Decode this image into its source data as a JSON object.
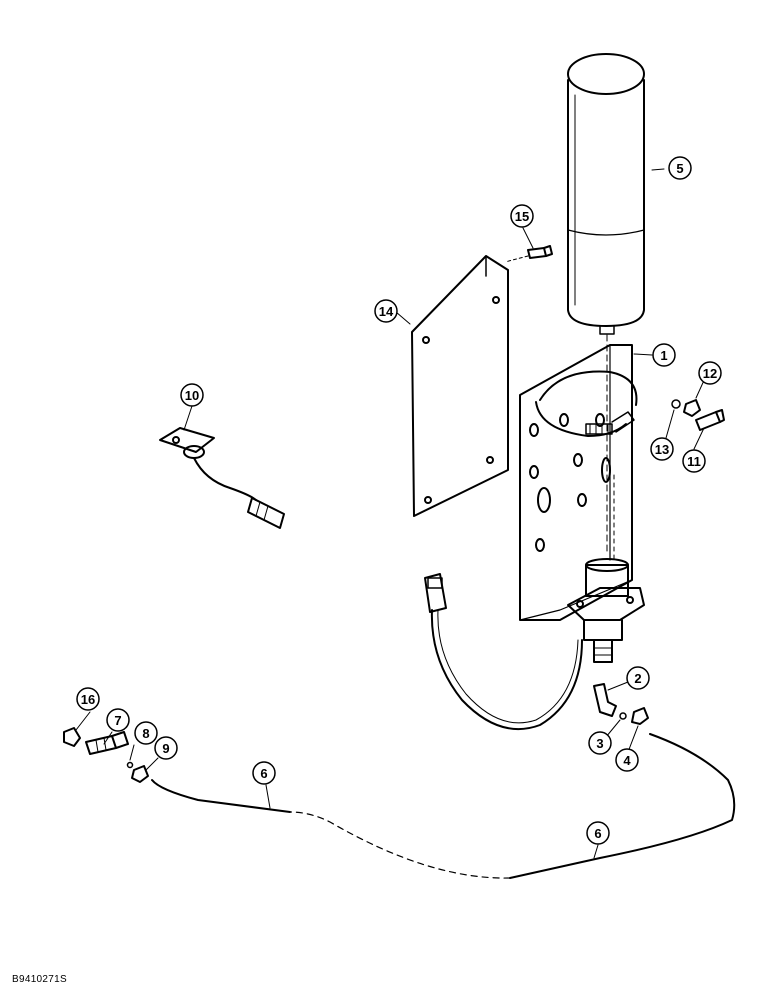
{
  "figure_id": "B9410271S",
  "callouts": [
    "1",
    "2",
    "3",
    "4",
    "5",
    "6",
    "6",
    "7",
    "8",
    "9",
    "10",
    "11",
    "12",
    "13",
    "14",
    "15",
    "16"
  ],
  "colors": {
    "ink": "#000000",
    "paper": "#ffffff"
  }
}
